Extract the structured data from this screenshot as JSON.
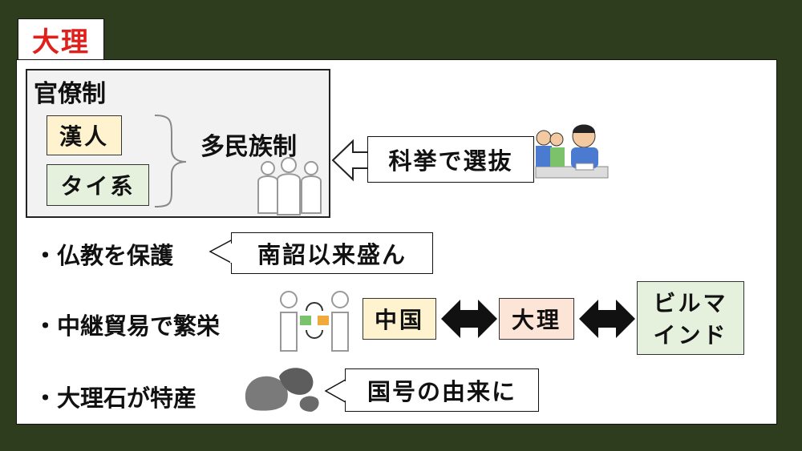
{
  "title": "大理",
  "government": {
    "heading": "官僚制",
    "groups": [
      "漢人",
      "タイ系"
    ],
    "system": "多民族制",
    "selection": "科挙で選抜"
  },
  "points": [
    {
      "text": "・仏教を保護",
      "note": "南詔以来盛ん"
    },
    {
      "text": "・中継貿易で繁栄"
    },
    {
      "text": "・大理石が特産",
      "note": "国号の由来に"
    }
  ],
  "trade": {
    "left": "中国",
    "center": "大理",
    "right_line1": "ビルマ",
    "right_line2": "インド"
  },
  "colors": {
    "background": "#2d3d1e",
    "title": "#e0201b",
    "yellow": "#fff3cf",
    "green": "#e5f1dd",
    "pink": "#fce4d7"
  }
}
